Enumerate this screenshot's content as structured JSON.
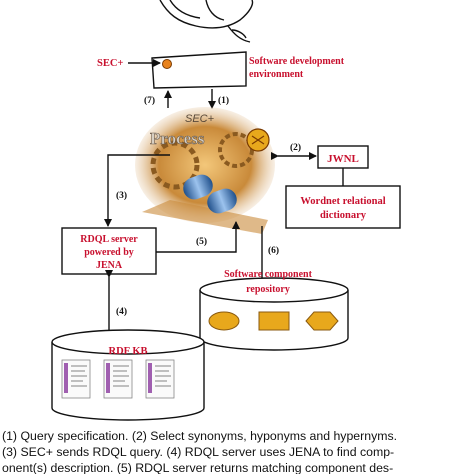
{
  "colors": {
    "label_red": "#c8102e",
    "accent_orange": "#e8821c",
    "shape_gold": "#e8a81c",
    "line": "#111111"
  },
  "nodes": {
    "sec_plus": "SEC+",
    "software_env": [
      "Software development",
      "environment"
    ],
    "process_banner": "SEC+",
    "process_word": "Process",
    "jwnl": "JWNL",
    "wordnet": [
      "Wordnet relational",
      "dictionary"
    ],
    "rdql": [
      "RDQL server",
      "powered by",
      "JENA"
    ],
    "component_repo": [
      "Software component",
      "repository"
    ],
    "rdf_kb": "RDF KB"
  },
  "step_labels": {
    "s1": "(1)",
    "s2": "(2)",
    "s3": "(3)",
    "s4": "(4)",
    "s5": "(5)",
    "s6": "(6)",
    "s7": "(7)"
  },
  "icons": [
    "person-sketch-icon",
    "process-gears-illustration",
    "sec-orange-dot-icon",
    "rdf-document-icon",
    "component-shape-icon"
  ],
  "caption": {
    "line1": "(1) Query specification.      (2) Select synonyms, hyponyms and hypernyms.",
    "line2": "(3) SEC+ sends RDQL query.      (4) RDQL server uses JENA to find comp-",
    "line3": "onent(s) description.      (5) RDQL server returns matching component des-"
  }
}
